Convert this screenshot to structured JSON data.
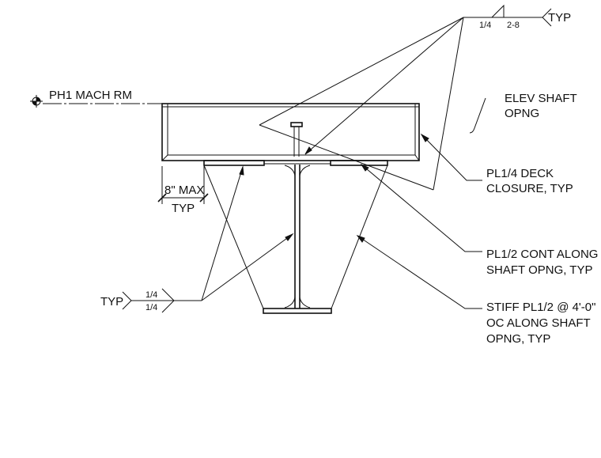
{
  "level_marker": {
    "text": "PH1 MACH RM"
  },
  "top_weld": {
    "size": "1/4",
    "length": "2-8",
    "note": "TYP"
  },
  "left_weld": {
    "note": "TYP",
    "size_top": "1/4",
    "size_bottom": "1/4"
  },
  "dimension": {
    "line1": "8\" MAX",
    "line2": "TYP"
  },
  "callouts": {
    "elev_shaft": [
      "ELEV SHAFT",
      "OPNG"
    ],
    "deck_closure": [
      "PL1/4 DECK",
      "CLOSURE, TYP"
    ],
    "cont_plate": [
      "PL1/2 CONT ALONG",
      "SHAFT OPNG, TYP"
    ],
    "stiffener": [
      "STIFF PL1/2 @ 4'-0\"",
      "OC ALONG SHAFT",
      "OPNG, TYP"
    ]
  }
}
